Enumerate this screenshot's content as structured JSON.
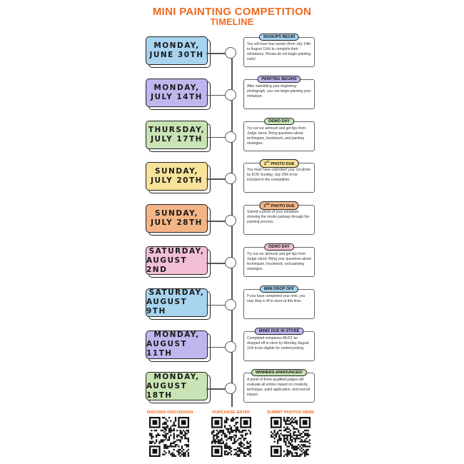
{
  "header": {
    "title": "MINI PAINTING COMPETITION",
    "subtitle": "TIMELINE"
  },
  "events": [
    {
      "date_line1": "MONDAY,",
      "date_line2": "JUNE 30TH",
      "color": "#a8d4f0",
      "badge": "SIGNUPS BEGIN",
      "badge_color": "#a8d4f0",
      "description": "You will have four weeks (from July 14th to August 11th) to complete their miniatures. Please do not begin painting early!"
    },
    {
      "date_line1": "MONDAY,",
      "date_line2": "JULY 14TH",
      "color": "#c0b6ee",
      "badge": "PAINTING BEGINS",
      "badge_color": "#c0b6ee",
      "description": "After submitting your beginning photograph, you can begin painting your miniature."
    },
    {
      "date_line1": "THURSDAY,",
      "date_line2": "JULY 17TH",
      "color": "#c9e4b4",
      "badge": "DEMO DAY",
      "badge_color": "#c9e4b4",
      "description": "Try out our airbrush and get tips from Judge Jared. Bring questions about techniques, brushwork, and painting strategies."
    },
    {
      "date_line1": "SUNDAY,",
      "date_line2": "JULY 20TH",
      "color": "#f7e39a",
      "badge_prefix": "1",
      "badge_sup": "ST",
      "badge": "PHOTO DUE",
      "badge_color": "#f7e39a",
      "description": "You must have submitted your 1st photo by EOD Sunday, July 20th to be included in the competition."
    },
    {
      "date_line1": "SUNDAY,",
      "date_line2": "JULY 28TH",
      "color": "#f4b586",
      "badge_prefix": "2",
      "badge_sup": "ND",
      "badge": "PHOTO DUE",
      "badge_color": "#f4b586",
      "description": "Submit a photo of your miniature showing the model partway through the painting process."
    },
    {
      "date_line1": "SATURDAY,",
      "date_line2": "AUGUST 2ND",
      "color": "#f2bfd6",
      "badge": "DEMO DAY",
      "badge_color": "#f2bfd6",
      "description": "Try out our airbrush and get tips from Judge Jared. Bring your questions about techniques, brushwork, and painting strategies"
    },
    {
      "date_line1": "SATURDAY,",
      "date_line2": "AUGUST 9TH",
      "color": "#a8d4f0",
      "badge": "MINI DROP OFF",
      "badge_color": "#a8d4f0",
      "description": "If you have completed your mini, you may drop it off in-store at this time."
    },
    {
      "date_line1": "MONDAY,",
      "date_line2": "AUGUST 11TH",
      "color": "#c0b6ee",
      "badge": "MINIS DUE IN STORE",
      "badge_color": "#c0b6ee",
      "description": "Completed miniatures MUST be dropped off in-store by Monday, August 11th to be eligible for ranked prizing."
    },
    {
      "date_line1": "MONDAY,",
      "date_line2": "AUGUST 18TH",
      "color": "#c9e4b4",
      "badge": "WINNERS ANNOUNCED!",
      "badge_color": "#c9e4b4",
      "description": "A panel of three qualified judges will evaluate all entries based on creativity, technique, paint application, and overall impact."
    }
  ],
  "footer": {
    "links": [
      "DISCORD DISCUSSION",
      "PURCHASE ENTRY",
      "SUBMIT PHOTOS HERE"
    ]
  }
}
